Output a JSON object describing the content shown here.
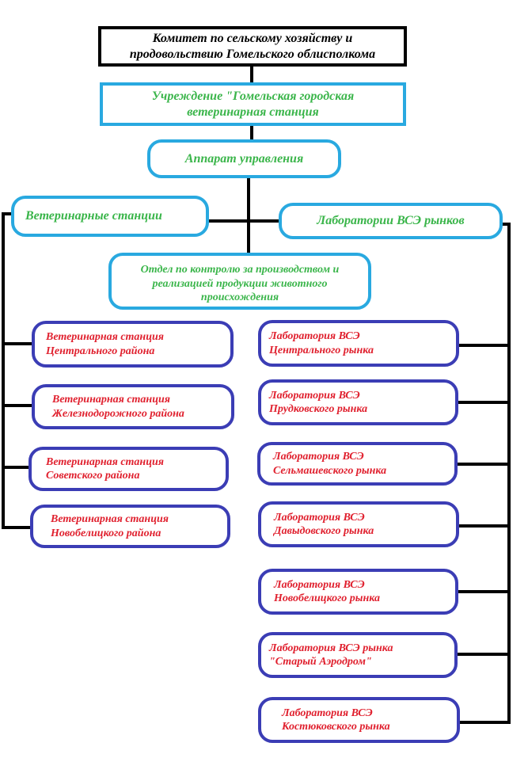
{
  "committee": {
    "line1": "Комитет по сельскому хозяйству и",
    "line2": "продовольствию Гомельского облисполкома"
  },
  "institution": {
    "line1": "Учреждение \"Гомельская городская",
    "line2": "ветеринарная станция"
  },
  "management": {
    "label": "Аппарат управления"
  },
  "vet_stations": {
    "label": "Ветеринарные станции"
  },
  "labs": {
    "label": "Лаборатории ВСЭ рынков"
  },
  "department": {
    "line1": "Отдел по контролю за производством и",
    "line2": "реализацией продукции животного",
    "line3": "происхождения"
  },
  "stations": [
    {
      "line1": "Ветеринарная станция",
      "line2": "Центрального района"
    },
    {
      "line1": "Ветеринарная станция",
      "line2": "Железнодорожного района"
    },
    {
      "line1": "Ветеринарная станция",
      "line2": "Советского района"
    },
    {
      "line1": "Ветеринарная станция",
      "line2": "Новобелицкого района"
    }
  ],
  "laboratories": [
    {
      "line1": "Лаборатория ВСЭ",
      "line2": "Центрального рынка"
    },
    {
      "line1": "Лаборатория ВСЭ",
      "line2": "Прудковского рынка"
    },
    {
      "line1": "Лаборатория ВСЭ",
      "line2": "Сельмашевского рынка"
    },
    {
      "line1": "Лаборатория ВСЭ",
      "line2": "Давыдовского рынка"
    },
    {
      "line1": "Лаборатория ВСЭ",
      "line2": "Новобелицкого рынка"
    },
    {
      "line1": "Лаборатория ВСЭ  рынка",
      "line2": "\"Старый Аэродром\""
    },
    {
      "line1": "Лаборатория ВСЭ",
      "line2": "Костюковского рынка"
    }
  ],
  "colors": {
    "connector": "#000000",
    "cyan_border": "#29a9e0",
    "green_text": "#3ab54a",
    "blue_border": "#3b3db5",
    "red_text": "#e0202e"
  }
}
